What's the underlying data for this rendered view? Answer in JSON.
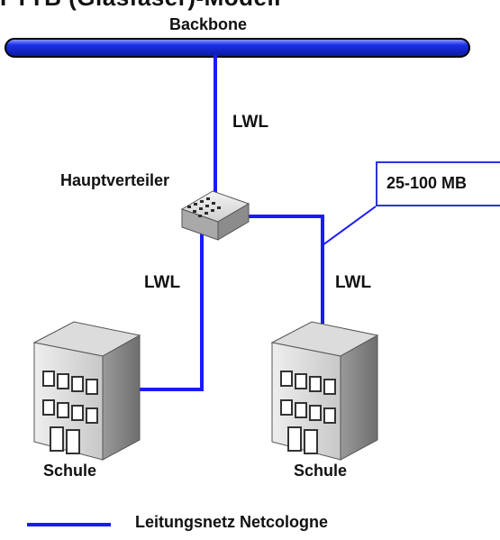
{
  "diagram": {
    "title": "FTTB (Glasfaser)-Modell",
    "nodes": {
      "backbone": "Backbone",
      "distributor": "Hauptverteiler",
      "school_left": "Schule",
      "school_right": "Schule"
    },
    "links": {
      "top": "LWL",
      "left": "LWL",
      "right": "LWL"
    },
    "callout": "25-100 MB",
    "legend": {
      "label": "Leitungsnetz Netcologne",
      "color": "#1a1aff"
    },
    "colors": {
      "backbone_fill": "#1a2ee8",
      "line": "#1a1aff",
      "callout_border": "#2a35d8"
    },
    "icons": {
      "distributor": "network-switch-icon",
      "school": "office-building-icon"
    }
  }
}
